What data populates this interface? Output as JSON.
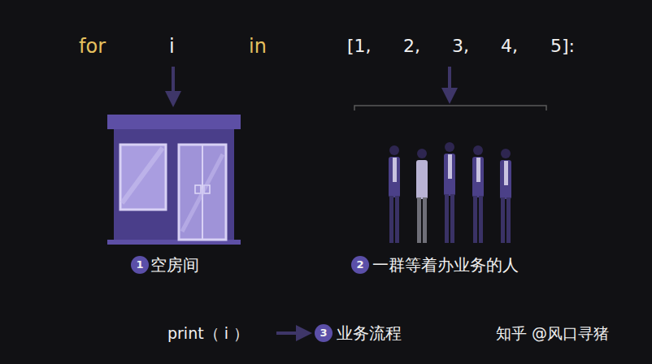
{
  "diagram": {
    "nodes": [
      {
        "text": [
          "空房间"
        ]
      },
      {
        "text": [
          "1"
        ]
      },
      {
        "text": [
          "一群等着办业务的人"
        ]
      },
      {
        "text": [
          "2"
        ]
      },
      {
        "text": [
          "3"
        ]
      }
    ],
    "labels": [
      "for",
      "i",
      "in",
      "[1,",
      "2,",
      "3,",
      "4,",
      "5]:",
      "print（ i ）",
      "业务流程",
      "知乎 @风口寻猪"
    ]
  }
}
